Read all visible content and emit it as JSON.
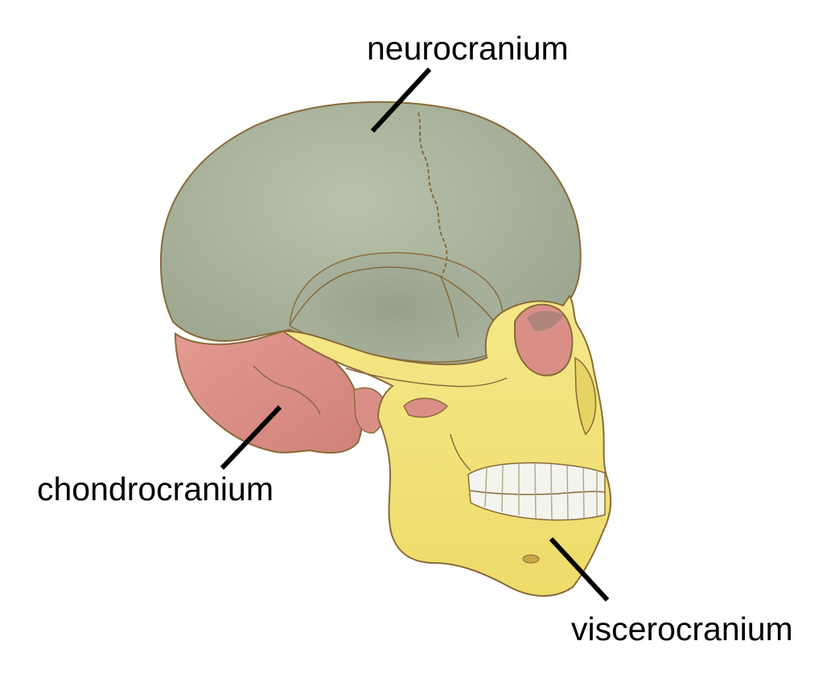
{
  "diagram": {
    "labels": {
      "neurocranium": "neurocranium",
      "chondrocranium": "chondrocranium",
      "viscerocranium": "viscerocranium"
    },
    "colors": {
      "neurocranium": "#a7b19a",
      "chondrocranium": "#d98f86",
      "viscerocranium": "#f0e276",
      "outline": "#8a6a3a",
      "teeth": "#f4f4ef",
      "leader_line": "#000000"
    }
  }
}
